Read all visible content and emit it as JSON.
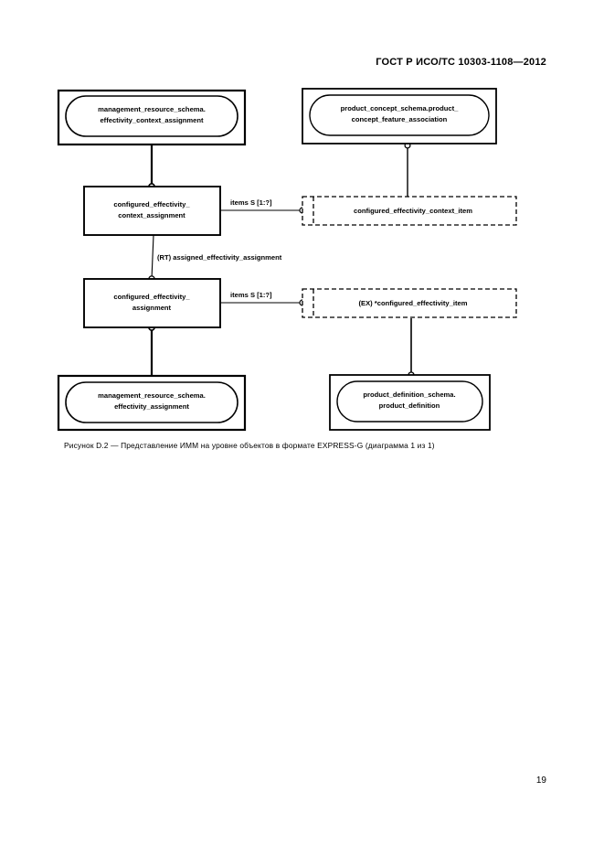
{
  "page": {
    "header": "ГОСТ Р ИСО/ТС 10303-1108—2012",
    "number": "19",
    "caption": "Рисунок  D.2 — Представление ИММ на уровне объектов в формате EXPRESS-G (диаграмма 1 из 1)"
  },
  "diagram": {
    "type": "EXPRESS-G",
    "nodes": {
      "schema_ref_top_left": {
        "kind": "schema-reference",
        "line1": "management_resource_schema.",
        "line2": "effectivity_context_assignment"
      },
      "schema_ref_top_right": {
        "kind": "schema-reference",
        "line1": "product_concept_schema.product_",
        "line2": "concept_feature_association"
      },
      "entity_mid_left": {
        "kind": "entity",
        "line1": "configured_effectivity_",
        "line2": "context_assignment"
      },
      "select_mid_right": {
        "kind": "select-type",
        "line1": "configured_effectivity_context_item"
      },
      "entity_low_left": {
        "kind": "entity",
        "line1": "configured_effectivity_",
        "line2": "assignment"
      },
      "select_low_right": {
        "kind": "select-type",
        "line1": "(EX) *configured_effectivity_item"
      },
      "schema_ref_bottom_left": {
        "kind": "schema-reference",
        "line1": "management_resource_schema.",
        "line2": "effectivity_assignment"
      },
      "schema_ref_bottom_right": {
        "kind": "schema-reference",
        "line1": "product_definition_schema.",
        "line2": "product_definition"
      }
    },
    "edges": {
      "items_upper": "items S [1:?]",
      "items_lower": "items S [1:?]",
      "assigned_effectivity": "(RT) assigned_effectivity_assignment"
    }
  }
}
